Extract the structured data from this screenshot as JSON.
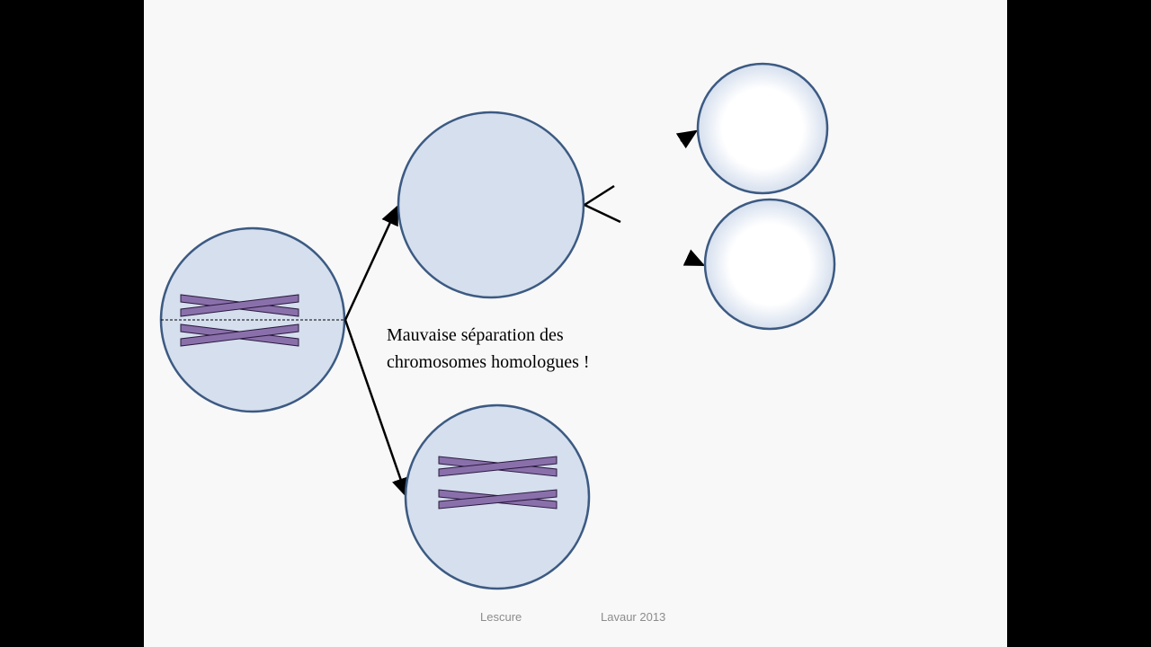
{
  "caption": {
    "line1": "Mauvaise séparation des",
    "line2": "chromosomes homologues  !"
  },
  "footer": {
    "author": "Lescure",
    "place_date": "Lavaur 2013"
  },
  "colors": {
    "page_background": "#000000",
    "slide_background": "#f8f8f8",
    "cell_fill": "#d5dfee",
    "cell_stroke": "#3c5a82",
    "chromosome_fill": "#8a70ab",
    "chromosome_stroke": "#2a1a3e",
    "arrow": "#000000",
    "footer_text": "#8c8c8c"
  }
}
